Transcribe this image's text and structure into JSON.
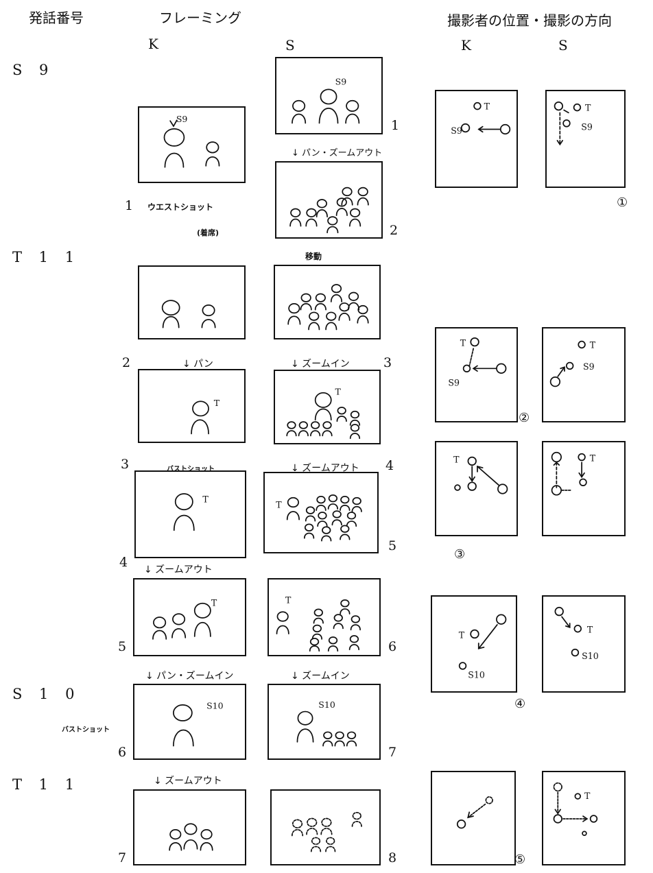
{
  "headers": {
    "utterance_no": "発話番号",
    "framing": "フレーミング",
    "position_direction": "撮影者の位置・撮影の方向"
  },
  "columns": {
    "k1": "K",
    "s1": "S",
    "k2": "K",
    "s2": "S"
  },
  "utterances": [
    "S 9",
    "T 1 1",
    "S 1 0",
    "T 1 1"
  ],
  "frame_numbers": {
    "k": [
      "1",
      "2",
      "3",
      "4",
      "5",
      "6",
      "7"
    ],
    "s": [
      "1",
      "2",
      "3",
      "4",
      "5",
      "6",
      "7",
      "8"
    ]
  },
  "notes": {
    "waist_shot": "ウエストショット",
    "seated": "(着席)",
    "pan_zoom_out": "↓ パン・ズームアウト",
    "move": "移動",
    "pan": "↓ パン",
    "zoom_in": "↓ ズームイン",
    "bust_shot": "バストショット",
    "zoom_out": "↓ ズームアウト",
    "pan_zoom_in": "↓ パン・ズームイン",
    "bust_shot_side": "バストショット"
  },
  "diagram_markers": [
    "①",
    "②",
    "③",
    "④",
    "⑤"
  ],
  "handwritten": {
    "s9": "S9",
    "t": "T",
    "s10": "S10"
  }
}
